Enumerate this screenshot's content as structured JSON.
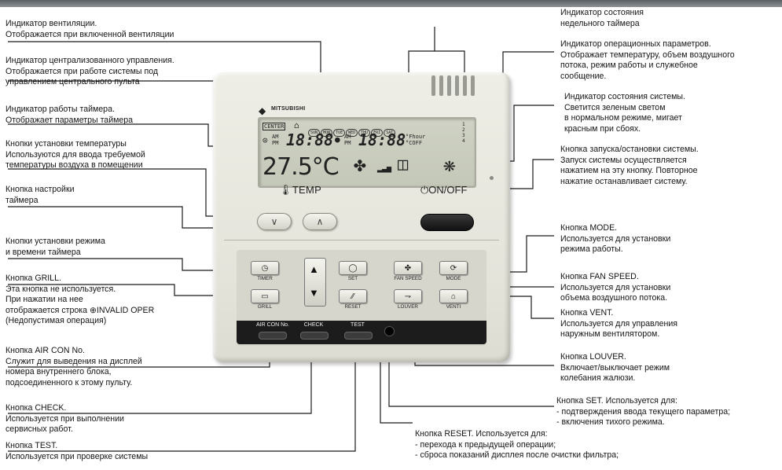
{
  "annotations_left": [
    {
      "id": "vent-indicator",
      "lines": [
        "Индикатор вентиляции.",
        "Отображается при включенной вентиляции"
      ]
    },
    {
      "id": "central-indicator",
      "lines": [
        "Индикатор централизованного управления.",
        "Отображается при работе системы под",
        "управлением центрального пульта"
      ]
    },
    {
      "id": "timer-indicator",
      "lines": [
        "Индикатор работы таймера.",
        "Отображает параметры таймера"
      ]
    },
    {
      "id": "temp-buttons",
      "lines": [
        "Кнопки установки температуры",
        "Используются для ввода требуемой",
        "температуры воздуха в помещении"
      ]
    },
    {
      "id": "timer-setting",
      "lines": [
        "Кнопка настройки",
        "таймера"
      ]
    },
    {
      "id": "mode-timer-buttons",
      "lines": [
        "Кнопки установки режима",
        "и времени таймера"
      ]
    },
    {
      "id": "grill-button",
      "lines": [
        "Кнопка GRILL.",
        "Эта кнопка не используется.",
        "При нажатии на нее",
        "отображается строка ⊕INVALID OPER",
        "(Недопустимая операция)"
      ]
    },
    {
      "id": "aircon-no-button",
      "lines": [
        "Кнопка AIR CON No.",
        "Служит для выведения на дисплей",
        "номера внутреннего блока,",
        "подсоединенного к этому пульту."
      ]
    },
    {
      "id": "check-button",
      "lines": [
        "Кнопка CHECK.",
        "Используется при выполнении",
        "сервисных работ."
      ]
    },
    {
      "id": "test-button",
      "lines": [
        "Кнопка TEST.",
        "Используется при проверке системы"
      ]
    }
  ],
  "annotations_right": [
    {
      "id": "weekly-timer",
      "lines": [
        "Индикатор состояния",
        "недельного таймера"
      ]
    },
    {
      "id": "operation-params",
      "lines": [
        "Индикатор операционных параметров.",
        "Отображает температуру, объем воздушного",
        "потока, режим работы и служебное",
        "сообщение."
      ]
    },
    {
      "id": "system-status",
      "lines": [
        "Индикатор состояния системы.",
        "Светится зеленым светом",
        "в нормальном режиме, мигает",
        "красным при сбоях."
      ]
    },
    {
      "id": "onoff-button",
      "lines": [
        "Кнопка запуска/остановки системы.",
        "Запуск системы осуществляется",
        "нажатием на эту кнопку. Повторное",
        "нажатие останавливает систему."
      ]
    },
    {
      "id": "mode-button",
      "lines": [
        "Кнопка MODE.",
        "Используется для установки",
        "режима работы."
      ]
    },
    {
      "id": "fanspeed-button",
      "lines": [
        "Кнопка FAN SPEED.",
        "Используется для установки",
        "объема воздушного потока."
      ]
    },
    {
      "id": "vent-button",
      "lines": [
        "Кнопка VENT.",
        "Используется для управления",
        "наружным вентилятором."
      ]
    },
    {
      "id": "louver-button",
      "lines": [
        "Кнопка LOUVER.",
        "Включает/выключает режим",
        "колебания жалюзи."
      ]
    },
    {
      "id": "set-button",
      "lines": [
        "Кнопка SET. Используется для:",
        "- подтверждения ввода текущего параметра;",
        "- включения тихого режима."
      ]
    },
    {
      "id": "reset-button",
      "lines": [
        "Кнопка RESET. Используется для:",
        "- перехода к предыдущей операции;",
        "- сброса показаний дисплея после очистки фильтра;"
      ]
    }
  ],
  "remote": {
    "brand": "MITSUBISHI",
    "lcd": {
      "center_label": "CENTER",
      "days": [
        "SUN",
        "MON",
        "TUE",
        "WED",
        "THU",
        "FRI",
        "SAT"
      ],
      "time1": "18:88",
      "time2": "18:88",
      "am": "AM",
      "pm": "PM",
      "hour_label": "°Fhour",
      "off_label": "°COFF",
      "temperature": "27.5°C",
      "days_right": [
        "1",
        "2",
        "3",
        "4"
      ]
    },
    "temp_label": "TEMP",
    "onoff_label": "ON/OFF",
    "buttons": {
      "timer": "TIMER",
      "grill": "GRILL",
      "set": "SET",
      "reset": "RESET",
      "fan_speed": "FAN SPEED",
      "mode": "MODE",
      "louver": "LOUVER",
      "venti": "VENTI",
      "aircon_no": "AIR CON No.",
      "check": "CHECK",
      "test": "TEST"
    }
  },
  "colors": {
    "accent": "#141414",
    "body": "#e6e6dd",
    "lcd": "#c9ccbd",
    "button_dark": "#1c1c1c"
  }
}
